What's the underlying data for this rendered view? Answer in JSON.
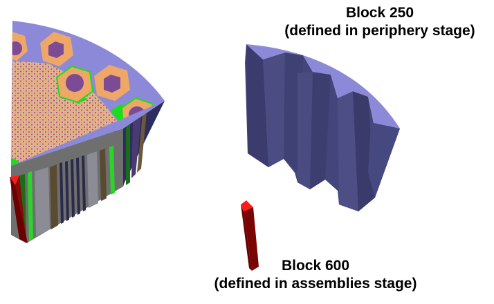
{
  "labels": {
    "block_250": {
      "line1": "Block 250",
      "line2": "(defined in periphery stage)"
    },
    "block_600": {
      "line1": "Block 600",
      "line2": "(defined in assemblies stage)"
    }
  },
  "colors": {
    "reflector_top": "#8c8ad8",
    "assembly_orange": "#eea767",
    "assembly_purple": "#7d4b95",
    "coolant_green": "#18e018",
    "side_dark_blue": "#3a3a6e",
    "block_red_top": "#ff1a1a",
    "block_red_side": "#6a0000",
    "pin_field": "#e8b88c"
  }
}
